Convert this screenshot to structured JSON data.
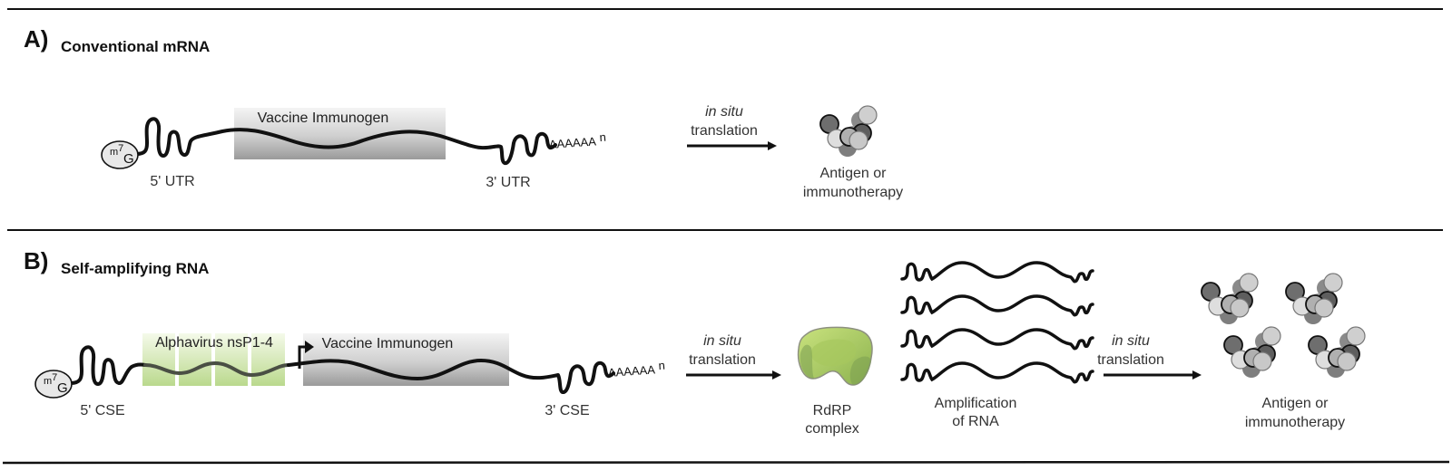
{
  "figure": {
    "panels": [
      {
        "letter": "A)",
        "title": "Conventional mRNA",
        "construct": {
          "cap": {
            "superscript": "m7",
            "base": "G",
            "sup_m": "m",
            "sup_7": "7"
          },
          "utr5_label": "5' UTR",
          "gene_box_label": "Vaccine Immunogen",
          "utr3_label": "3' UTR",
          "polya_tail": "AAAAAA",
          "polya_subscript": "n"
        },
        "arrow": {
          "line1": "in situ",
          "line2": "translation"
        },
        "product": {
          "line1": "Antigen or",
          "line2": "immunotherapy"
        }
      },
      {
        "letter": "B)",
        "title": "Self-amplifying RNA",
        "construct": {
          "cap": {
            "superscript": "m7",
            "base": "G",
            "sup_m": "m",
            "sup_7": "7"
          },
          "cse5_label": "5' CSE",
          "replicase_box_label": "Alphavirus nsP1-4",
          "replicase_segments": 4,
          "gene_box_label": "Vaccine Immunogen",
          "cse3_label": "3' CSE",
          "polya_tail": "AAAAAA",
          "polya_subscript": "n"
        },
        "arrow1": {
          "line1": "in situ",
          "line2": "translation"
        },
        "rdrp": {
          "line1": "RdRP",
          "line2": "complex"
        },
        "amplification": {
          "line1": "Amplification",
          "line2": "of RNA",
          "copies": 4
        },
        "arrow2": {
          "line1": "in situ",
          "line2": "translation"
        },
        "product": {
          "line1": "Antigen or",
          "line2": "immunotherapy",
          "clusters": 4
        }
      }
    ],
    "colors": {
      "rule": "#111111",
      "gene_box_top": "#f2f2f2",
      "gene_box_bottom": "#9a9a9a",
      "replicase_top": "#f4f9e8",
      "replicase_bottom": "#b9d98a",
      "rdrp_light": "#b8d86a",
      "rdrp_dark": "#7fa848",
      "rna_strand": "#111111",
      "cap_fill": "#e6e6e6"
    }
  }
}
